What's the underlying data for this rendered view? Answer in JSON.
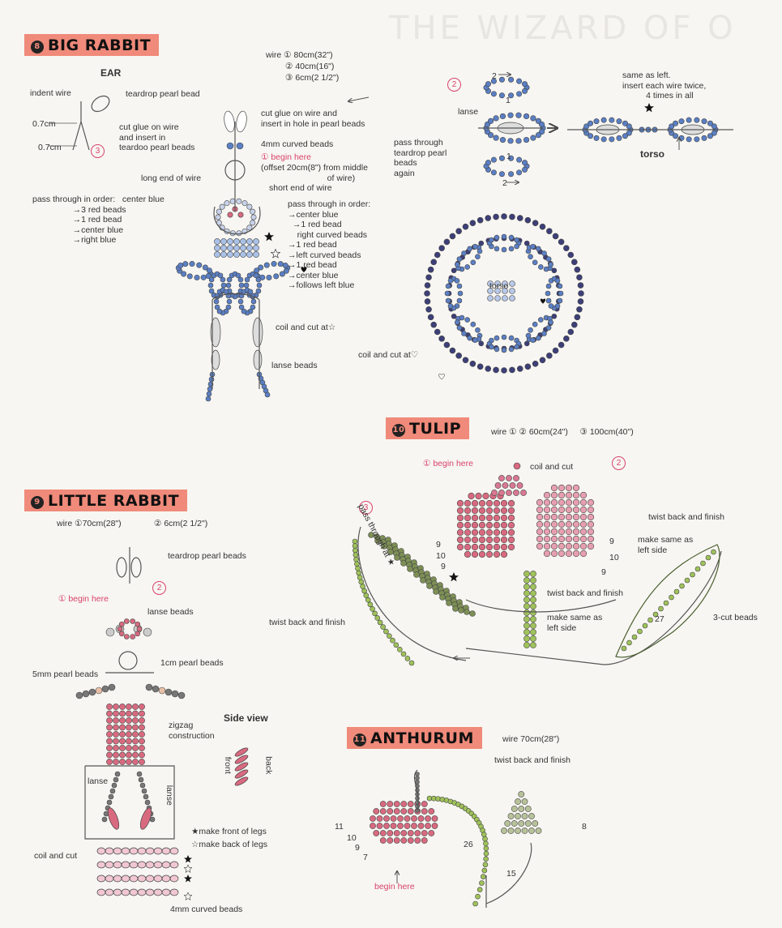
{
  "header_faint": "THE WIZARD OF O",
  "big_rabbit": {
    "number": "8",
    "title": "BIG RABBIT",
    "wire": [
      "wire ① 80cm(32\")",
      "② 40cm(16\")",
      "③ 6cm(2 1/2\")"
    ],
    "ear_title": "EAR",
    "labels": {
      "indent_wire": "indent wire",
      "teardrop": "teardrop pearl bead",
      "dim1": "0.7cm",
      "dim2": "0.7cm",
      "cut_glue_1": "cut glue on wire\nand insert in\nteardoo pearl beads",
      "cut_glue_2": "cut glue on wire and\ninsert in hole in pearl beads",
      "curved": "4mm curved beads",
      "begin": "① begin here",
      "offset": "(offset 20cm(8\") from middle\n                            of wire)",
      "long_end": "long end of wire",
      "short_end": "short end of wire",
      "pass_left": "pass through in order:   center blue\n                 →3 red beads\n                 →1 red bead\n                 →center blue\n                 →right blue",
      "pass_right": "pass through in order:\n→center blue\n  →1 red bead\n    right curved beads\n→1 red bead\n→left curved beads\n→1 red bead\n→center blue\n→follows left blue",
      "coil_cut": "coil and cut at☆",
      "lanse_beads": "lanse beads",
      "torso_label": "torso",
      "lanse": "lanse",
      "pass_teardrop": "pass through\nteardrop pearl\nbeads\nagain",
      "same_as_left": "same as left.\ninsert each wire twice,\n          4 times in all",
      "torso2": "torso",
      "coil_heart": "coil and cut at♡",
      "n2a": "2",
      "n1a": "1",
      "n1b": "1",
      "n2b": "2",
      "circ2": "2",
      "circ3": "3"
    }
  },
  "little_rabbit": {
    "number": "9",
    "title": "LITTLE RABBIT",
    "wire": [
      "wire ①70cm(28\")",
      "② 6cm(2 1/2\")"
    ],
    "labels": {
      "teardrop": "teardrop pearl beads",
      "begin": "① begin here",
      "lanse_beads": "lanse beads",
      "pearl1cm": "1cm pearl beads",
      "pearl5mm": "5mm pearl beads",
      "zigzag": "zigzag\nconstruction",
      "side_view": "Side view",
      "front": "front",
      "back": "back",
      "lanse_a": "lanse",
      "lanse_b": "lanse",
      "front_legs": "★make front of legs",
      "back_legs": "☆make back of legs",
      "coil_cut": "coil and cut",
      "curved": "4mm curved beads",
      "circ2": "2"
    }
  },
  "tulip": {
    "number": "10",
    "title": "TULIP",
    "wire": "wire ① ② 60cm(24\")     ③ 100cm(40\")",
    "labels": {
      "begin": "① begin here",
      "coil_cut": "coil and cut",
      "pass_through": "pass through at ★",
      "twist_finish_r": "twist back and finish",
      "make_same_r": "make same as\nleft side",
      "twist_finish_mid": "twist back and finish",
      "make_same_mid": "make same as\nleft side",
      "twist_finish_l": "twist back and finish",
      "cut3": "3-cut beads",
      "n27": "27",
      "n9a": "9",
      "n10a": "10",
      "n9b": "9",
      "n9c": "9",
      "n10b": "10",
      "n9d": "9",
      "circ2": "2",
      "circ3": "3"
    }
  },
  "anthurum": {
    "number": "11",
    "title": "ANTHURUM",
    "wire": "wire 70cm(28\")",
    "labels": {
      "twist": "twist back and finish",
      "begin": "begin here",
      "n11": "11",
      "n10": "10",
      "n9": "9",
      "n7": "7",
      "n26": "26",
      "n15": "15",
      "n8": "8"
    }
  },
  "colors": {
    "title_bg": "#f08a7a",
    "pink": "#d9436b",
    "blue_bead": "#5b7fc4",
    "navy_bead": "#3d3f78",
    "red_bead": "#d86a80",
    "green_bead": "#9fc25a",
    "olive_bead": "#7d8f55"
  },
  "icons": [
    "star-icon",
    "heart-icon",
    "arrow-icon"
  ]
}
